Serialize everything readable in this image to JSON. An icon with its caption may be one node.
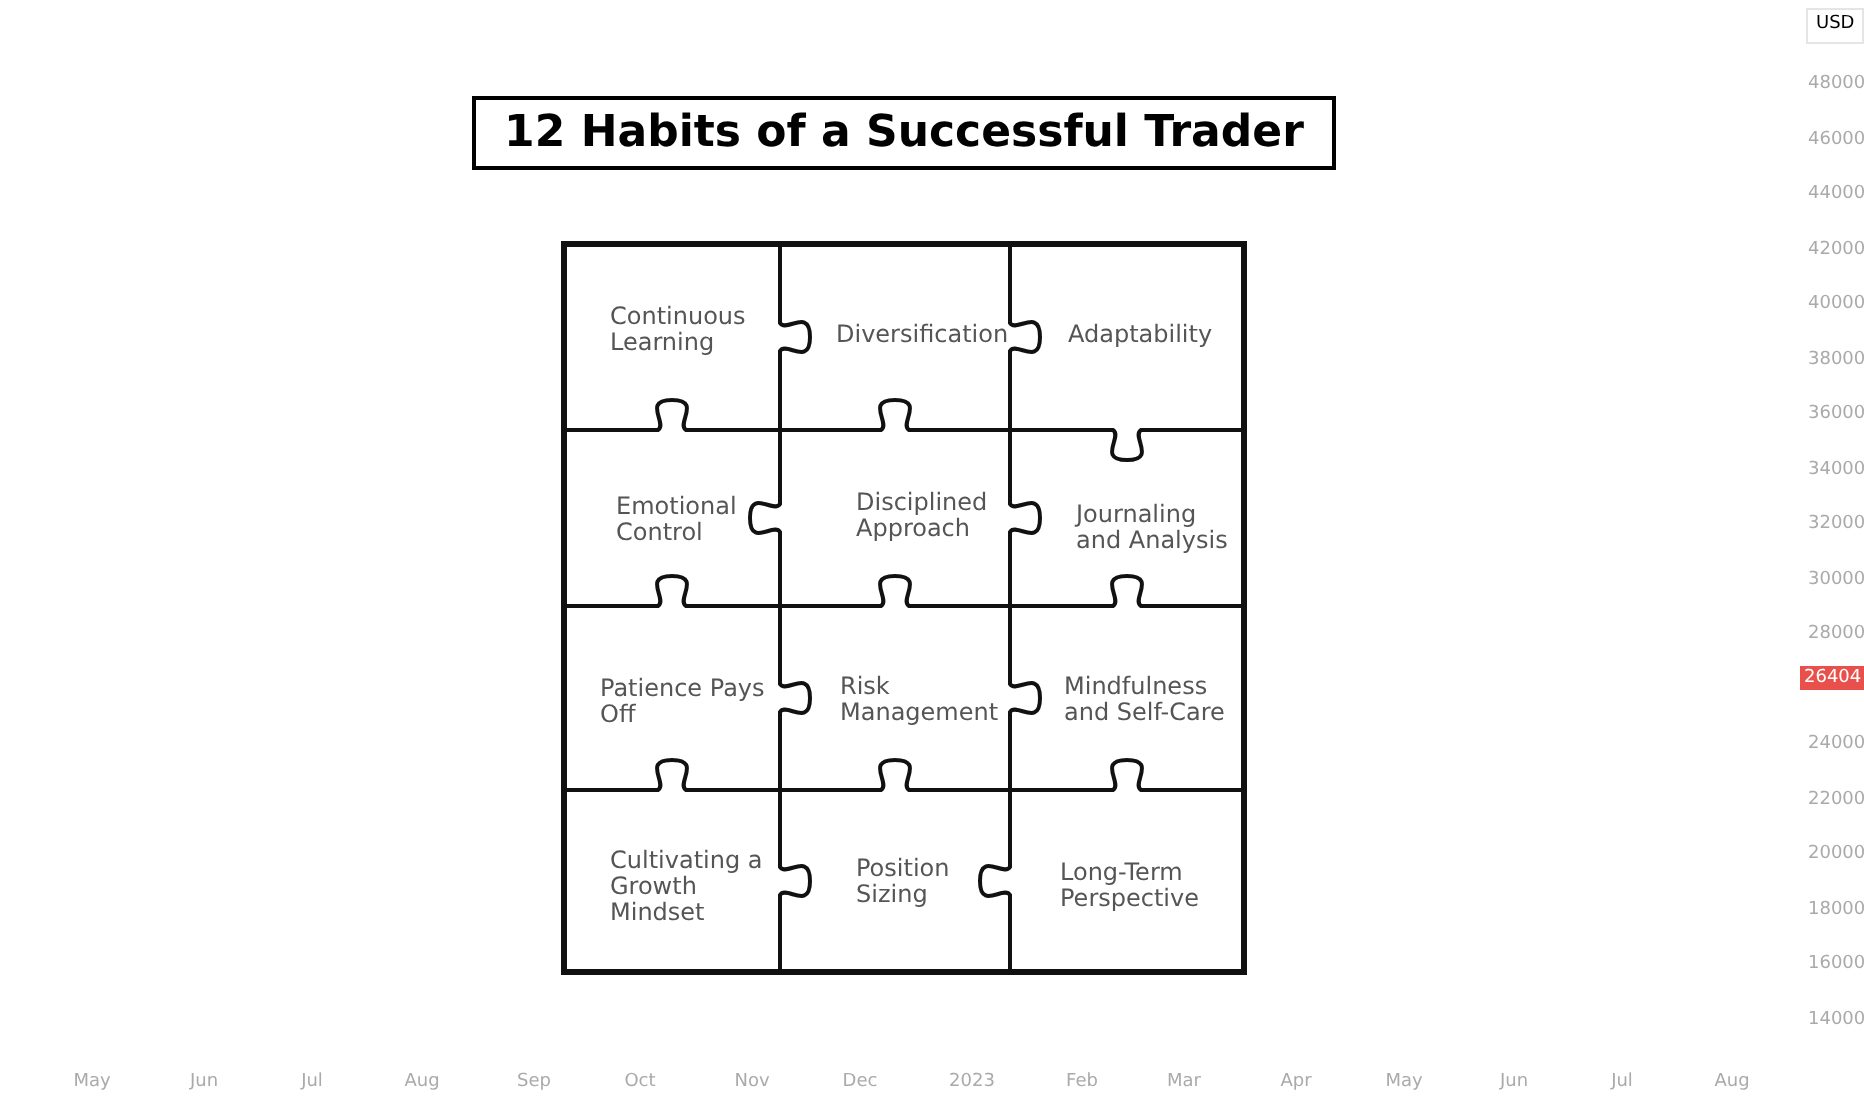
{
  "diagram": {
    "title": "12 Habits of a Successful Trader",
    "nodes": [
      {
        "text": [
          "Continuous Learning"
        ]
      },
      {
        "text": [
          "Diversification"
        ]
      },
      {
        "text": [
          "Adaptability"
        ]
      },
      {
        "text": [
          "Emotional Control"
        ]
      },
      {
        "text": [
          "Disciplined Approach"
        ]
      },
      {
        "text": [
          "Journaling and Analysis"
        ]
      },
      {
        "text": [
          "Patience Pays Off"
        ]
      },
      {
        "text": [
          "Risk Management"
        ]
      },
      {
        "text": [
          "Mindfulness and Self-Care"
        ]
      },
      {
        "text": [
          "Cultivating a Growth Mindset"
        ]
      },
      {
        "text": [
          "Position Sizing"
        ]
      },
      {
        "text": [
          "Long-Term Perspective"
        ]
      }
    ],
    "labels": [
      "USD",
      "48000",
      "46000",
      "44000",
      "42000",
      "40000",
      "38000",
      "36000",
      "34000",
      "32000",
      "30000",
      "28000",
      "26404",
      "24000",
      "22000",
      "20000",
      "18000",
      "16000",
      "14000",
      "May",
      "Jun",
      "Jul",
      "Aug",
      "Sep",
      "Oct",
      "Nov",
      "Dec",
      "2023",
      "Feb",
      "Mar",
      "Apr",
      "May",
      "Jun",
      "Jul",
      "Aug"
    ]
  }
}
